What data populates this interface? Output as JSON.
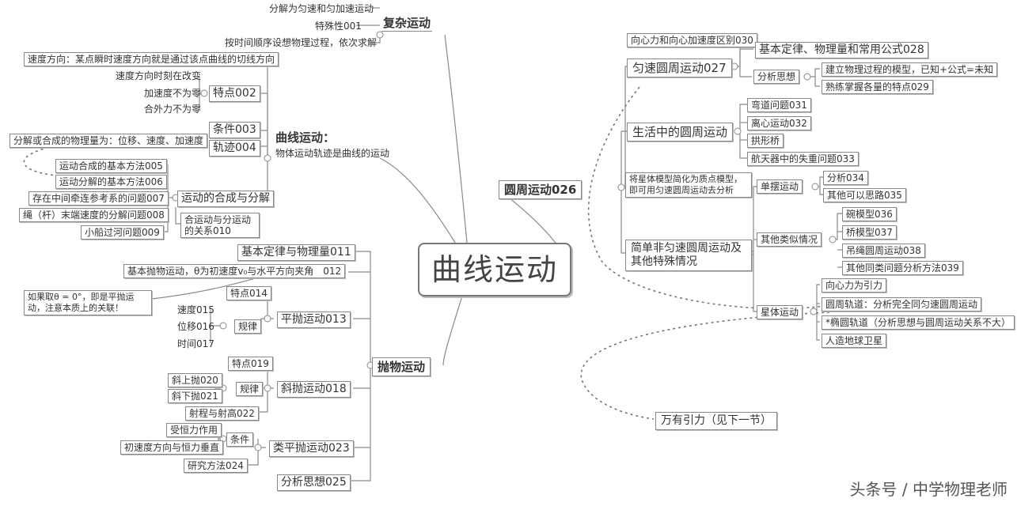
{
  "center": "曲线运动",
  "complex": {
    "title": "复杂运动",
    "c1": "分解为匀速和匀加速运动",
    "c2": "特殊性001",
    "c3": "按时间顺序设想物理过程，依次求解"
  },
  "curve": {
    "title": "曲线运动：",
    "subtitle": "物体运动轨迹是曲线的运动",
    "speed_dir": "速度方向：某点瞬时速度方向就是通过该点曲线的切线方向",
    "feature": "特点002",
    "f1": "速度方向时刻在改变",
    "f2": "加速度不为零",
    "f3": "合外力不为零",
    "condition": "条件003",
    "trajectory": "轨迹004",
    "decomp_note": "分解或合成的物理量为：位移、速度、加速度",
    "compose": "运动的合成与分解",
    "m1": "运动合成的基本方法005",
    "m2": "运动分解的基本方法006",
    "m3": "存在中间牵连参考系的问题007",
    "m4": "绳（杆）末端速度的分解问题008",
    "m5": "小船过河问题009",
    "m6": "合运动与分运动的关系010"
  },
  "projectile": {
    "title": "抛物运动",
    "law": "基本定律与物理量011",
    "angle": "基本抛物运动，θ为初速度v₀与水平方向夹角　012",
    "note": "如果取θ = 0°，即是平抛运动，注意本质上的关联！",
    "horiz": "平抛运动013",
    "h_feat": "特点014",
    "h_rule": "规律",
    "h_v": "速度015",
    "h_d": "位移016",
    "h_t": "时间017",
    "oblique": "斜抛运动018",
    "o_feat": "特点019",
    "o_rule": "规律",
    "o_up": "斜上抛020",
    "o_down": "斜下抛021",
    "o_range": "射程与射高022",
    "quasi": "类平抛运动023",
    "q_cond": "条件",
    "q_c1": "受恒力作用",
    "q_c2": "初速度方向与恒力垂直",
    "q_method": "研究方法024",
    "analysis": "分析思想025"
  },
  "circular": {
    "title": "圆周运动026",
    "u_diff": "向心力和向心加速度区别030",
    "uniform": "匀速圆周运动027",
    "u_law": "基本定律、物理量和常用公式028",
    "u_think": "分析思想",
    "u_t1": "建立物理过程的模型，已知+公式=未知",
    "u_t2": "熟练掌握各量的特点029",
    "life": "生活中的圆周运动",
    "l1": "弯道问题031",
    "l2": "离心运动032",
    "l3": "拱形桥",
    "l4": "航天器中的失重问题033",
    "nonuni_note": "将星体模型简化为质点模型，即可用匀速圆周运动去分析",
    "nonuniform": "简单非匀速圆周运动及其他特殊情况",
    "pend": "单摆运动",
    "p1": "分析034",
    "p2": "其他可以思路035",
    "similar": "其他类似情况",
    "s1": "碗模型036",
    "s2": "桥模型037",
    "s3": "吊绳圆周运动038",
    "s4": "其他同类问题分析方法039",
    "star": "星体运动",
    "st1": "向心力为引力",
    "st2": "圆周轨道：分析完全同匀速圆周运动",
    "st3": "*椭圆轨道（分析思想与圆周运动关系不大）",
    "st4": "人造地球卫星",
    "gravity": "万有引力（见下一节）"
  },
  "watermark": "头条号 / 中学物理老师"
}
